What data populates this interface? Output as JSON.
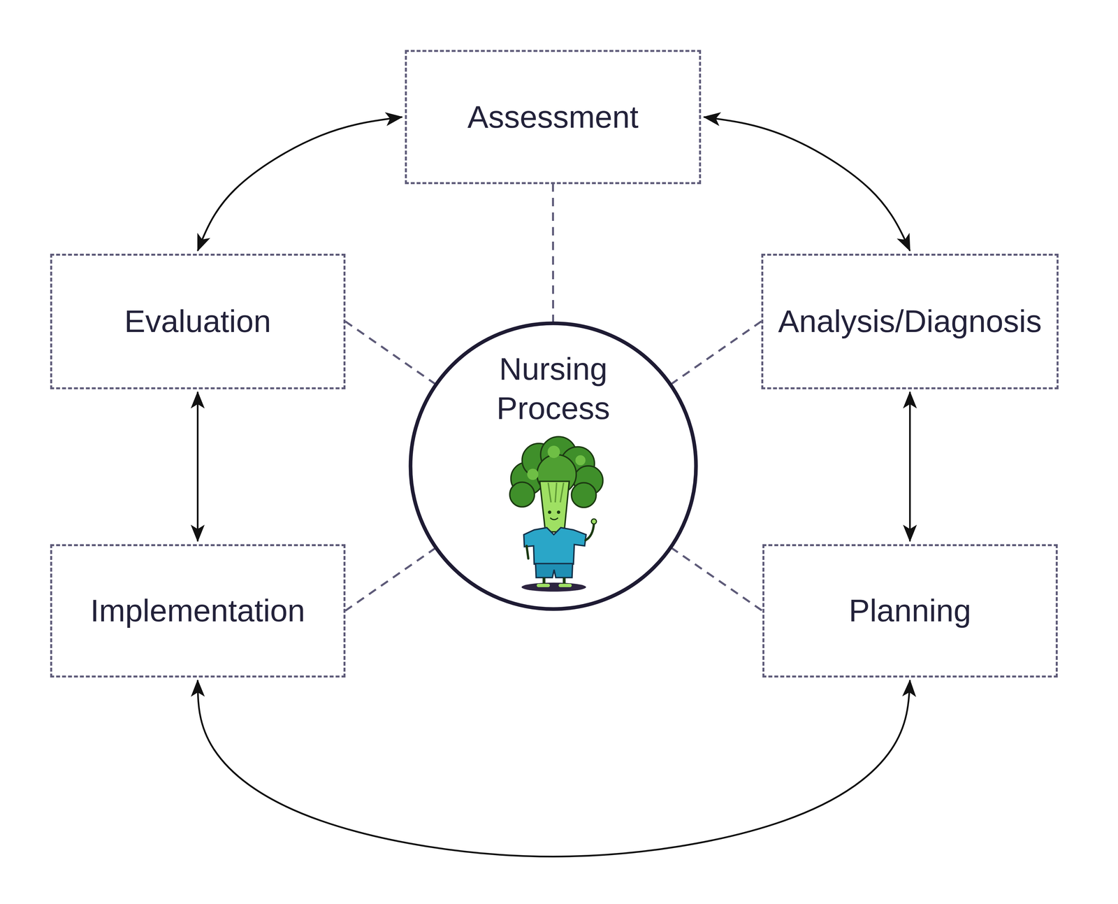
{
  "diagram": {
    "nodes": [
      {
        "text": [
          "Assessment"
        ]
      },
      {
        "text": [
          "Evaluation"
        ]
      },
      {
        "text": [
          "Analysis/Diagnosis"
        ]
      },
      {
        "text": [
          "Nursing Process"
        ]
      },
      {
        "text": [
          "Implementation"
        ]
      },
      {
        "text": [
          "Planning"
        ]
      }
    ],
    "edges": [
      {
        "from": 0,
        "to": 2,
        "arrow": "both"
      },
      {
        "from": 2,
        "to": 5,
        "arrow": "both"
      },
      {
        "from": 5,
        "to": 4,
        "arrow": "both"
      },
      {
        "from": 4,
        "to": 1,
        "arrow": "both"
      },
      {
        "from": 1,
        "to": 0,
        "arrow": "both"
      },
      {
        "from": 3,
        "to": 0,
        "arrow": "none"
      },
      {
        "from": 3,
        "to": 1,
        "arrow": "none"
      },
      {
        "from": 3,
        "to": 2,
        "arrow": "none"
      },
      {
        "from": 3,
        "to": 4,
        "arrow": "none"
      },
      {
        "from": 3,
        "to": 5,
        "arrow": "none"
      }
    ]
  }
}
